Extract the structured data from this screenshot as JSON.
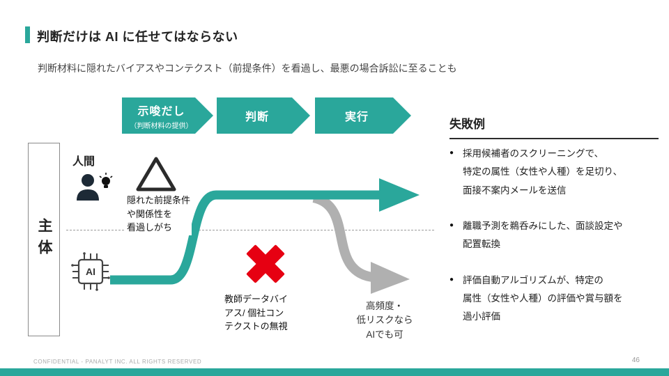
{
  "slide": {
    "title": "判断だけは AI に任せてはならない",
    "subtitle": "判断材料に隠れたバイアスやコンテクスト（前提条件）を看過し、最悪の場合訴訟に至ることも",
    "footer_left": "CONFIDENTIAL - PANALYT INC. ALL RIGHTS RESERVED",
    "page_number": "46"
  },
  "process": {
    "stages": [
      {
        "label": "示唆だし",
        "sublabel": "（判断材料の提供）"
      },
      {
        "label": "判断"
      },
      {
        "label": "実行"
      }
    ],
    "axis_label": "主体",
    "rows": {
      "human": "人間",
      "ai": "AI"
    },
    "notes": {
      "human": "隠れた前提条件\nや関係性を\n看過しがち",
      "ai": "教師データバイ\nアス/ 個社コン\nテクストの無視",
      "gray": "高頻度・\n低リスクなら\nAIでも可"
    }
  },
  "failures": {
    "heading": "失敗例",
    "items": [
      "採用候補者のスクリーニングで、\n特定の属性（女性や人種）を足切り、\n面接不案内メールを送信",
      "離職予測を鵜呑みにした、面談設定や\n配置転換",
      "評価自動アルゴリズムが、特定の\n属性（女性や人種）の評価や賞与額を\n過小評価"
    ]
  },
  "colors": {
    "accent": "#2aa79b",
    "error": "#e60012",
    "gray_arrow": "#b0b0b0"
  }
}
